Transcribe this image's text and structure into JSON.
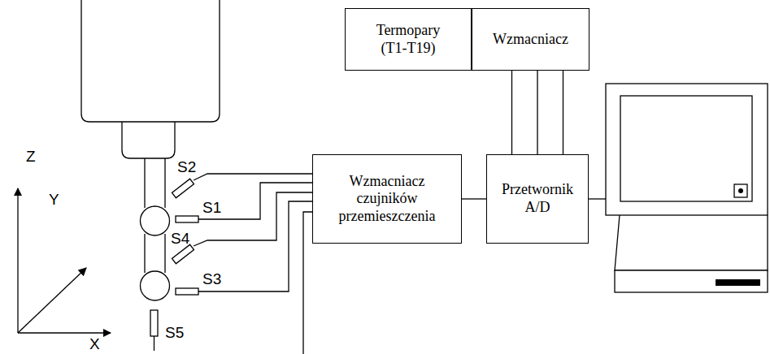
{
  "diagram": {
    "nodes": [
      {
        "text": [
          "Termopary (T1-T19)"
        ]
      },
      {
        "text": [
          "Wzmacniacz"
        ]
      },
      {
        "text": [
          "Wzmacniacz czujników przemieszczenia"
        ]
      },
      {
        "text": [
          "Przetwornik A/D"
        ]
      }
    ],
    "edges": [
      {
        "from": 0,
        "to": 1,
        "arrow": "none"
      },
      {
        "from": 1,
        "to": 3,
        "arrow": "none"
      },
      {
        "from": 2,
        "to": 3,
        "arrow": "none"
      }
    ],
    "labels": [
      "S2",
      "S1",
      "S4",
      "S3",
      "S5",
      "Z",
      "Y",
      "X"
    ]
  }
}
